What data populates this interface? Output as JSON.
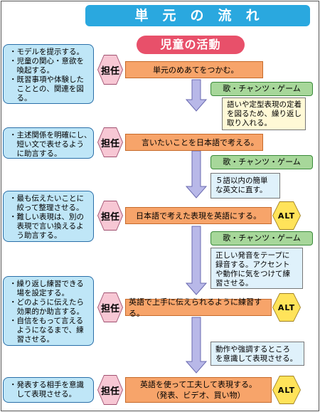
{
  "title": {
    "chars": [
      "単",
      "元",
      "の",
      "流",
      "れ"
    ]
  },
  "activity_header": "児童の活動",
  "teacher_label": "担任",
  "alt_label": "ALT",
  "song_label": "歌・チャンツ・ゲーム",
  "steps": [
    {
      "notes": [
        "・モデルを提示する。",
        "・児童の関心・意欲を",
        "　喚起する。",
        "・既習事項や体験した",
        "　こととの、関連を図",
        "　る。"
      ],
      "action": "単元のめあてをつかむ。",
      "detail": [
        "語いや定型表現の定着",
        "を図るため、繰り返し",
        "取り入れる。"
      ]
    },
    {
      "notes": [
        "・主述関係を明確にし、",
        "　短い文で表せるよう",
        "　に助言する。"
      ],
      "action": "言いたいことを日本語で考える。",
      "detail": [
        "５語以内の簡単",
        "な英文に直す。"
      ]
    },
    {
      "notes": [
        "・最も伝えたいことに",
        "　絞って整理させる。",
        "・難しい表現は、別の",
        "　表現で言い換えるよ",
        "　う助言する。"
      ],
      "action": "日本語で考えた表現を英語にする。",
      "detail": [
        "正しい発音をテープに",
        "録音する。アクセント",
        "や動作に気をつけて練",
        "習させる。"
      ]
    },
    {
      "notes": [
        "・繰り返し練習できる",
        "　場を設定する。",
        "・どのように伝えたら",
        "　効果的か助言する。",
        "・自信をもって言える",
        "　ようになるまで、練",
        "　習させる。"
      ],
      "action": "英語で上手に伝えられるように練習する。",
      "detail": [
        "動作や強調するところ",
        "を意識して表現させる。"
      ]
    },
    {
      "notes": [
        "・発表する相手を意識",
        "　して表現させる。"
      ],
      "action_lines": [
        "英語を使って工夫して表現する。",
        "（発表、ビデオ、買い物）"
      ]
    }
  ],
  "colors": {
    "title": "#2aa8df",
    "header": "#e8506a",
    "step": "#f7a46a",
    "note": "#bfe6f7",
    "song": "#a7d79a",
    "hex_teacher": "#f7c7d4",
    "hex_alt": "#ffe35a",
    "arrow": "#b8b8e8"
  }
}
